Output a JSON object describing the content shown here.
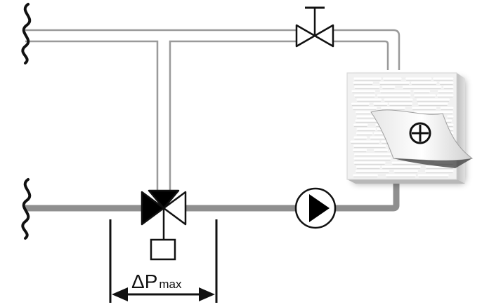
{
  "dimension": {
    "delta_symbol": "Δ",
    "main": "P",
    "subscript": "max"
  },
  "colors": {
    "pipe_supply_outline": "#9a9a9a",
    "pipe_return": "#8f8f8f",
    "valve_stroke": "#111111",
    "valve_fill_dark": "#000000",
    "valve_fill_light": "#ffffff",
    "coil_face": "#f1f1f1",
    "coil_side": "#c9c9c9"
  },
  "components": {
    "supply_pipe": "supply-pipe",
    "return_pipe": "return-pipe",
    "two_way_valve": "gate-valve-icon",
    "three_way_valve": "three-way-valve-icon",
    "actuator": "actuator-box-icon",
    "pump": "pump-icon",
    "heat_exchanger": "heating-coil-icon",
    "heat_symbol": "plus-circle-icon",
    "break_marks": "pipe-break-icon"
  }
}
